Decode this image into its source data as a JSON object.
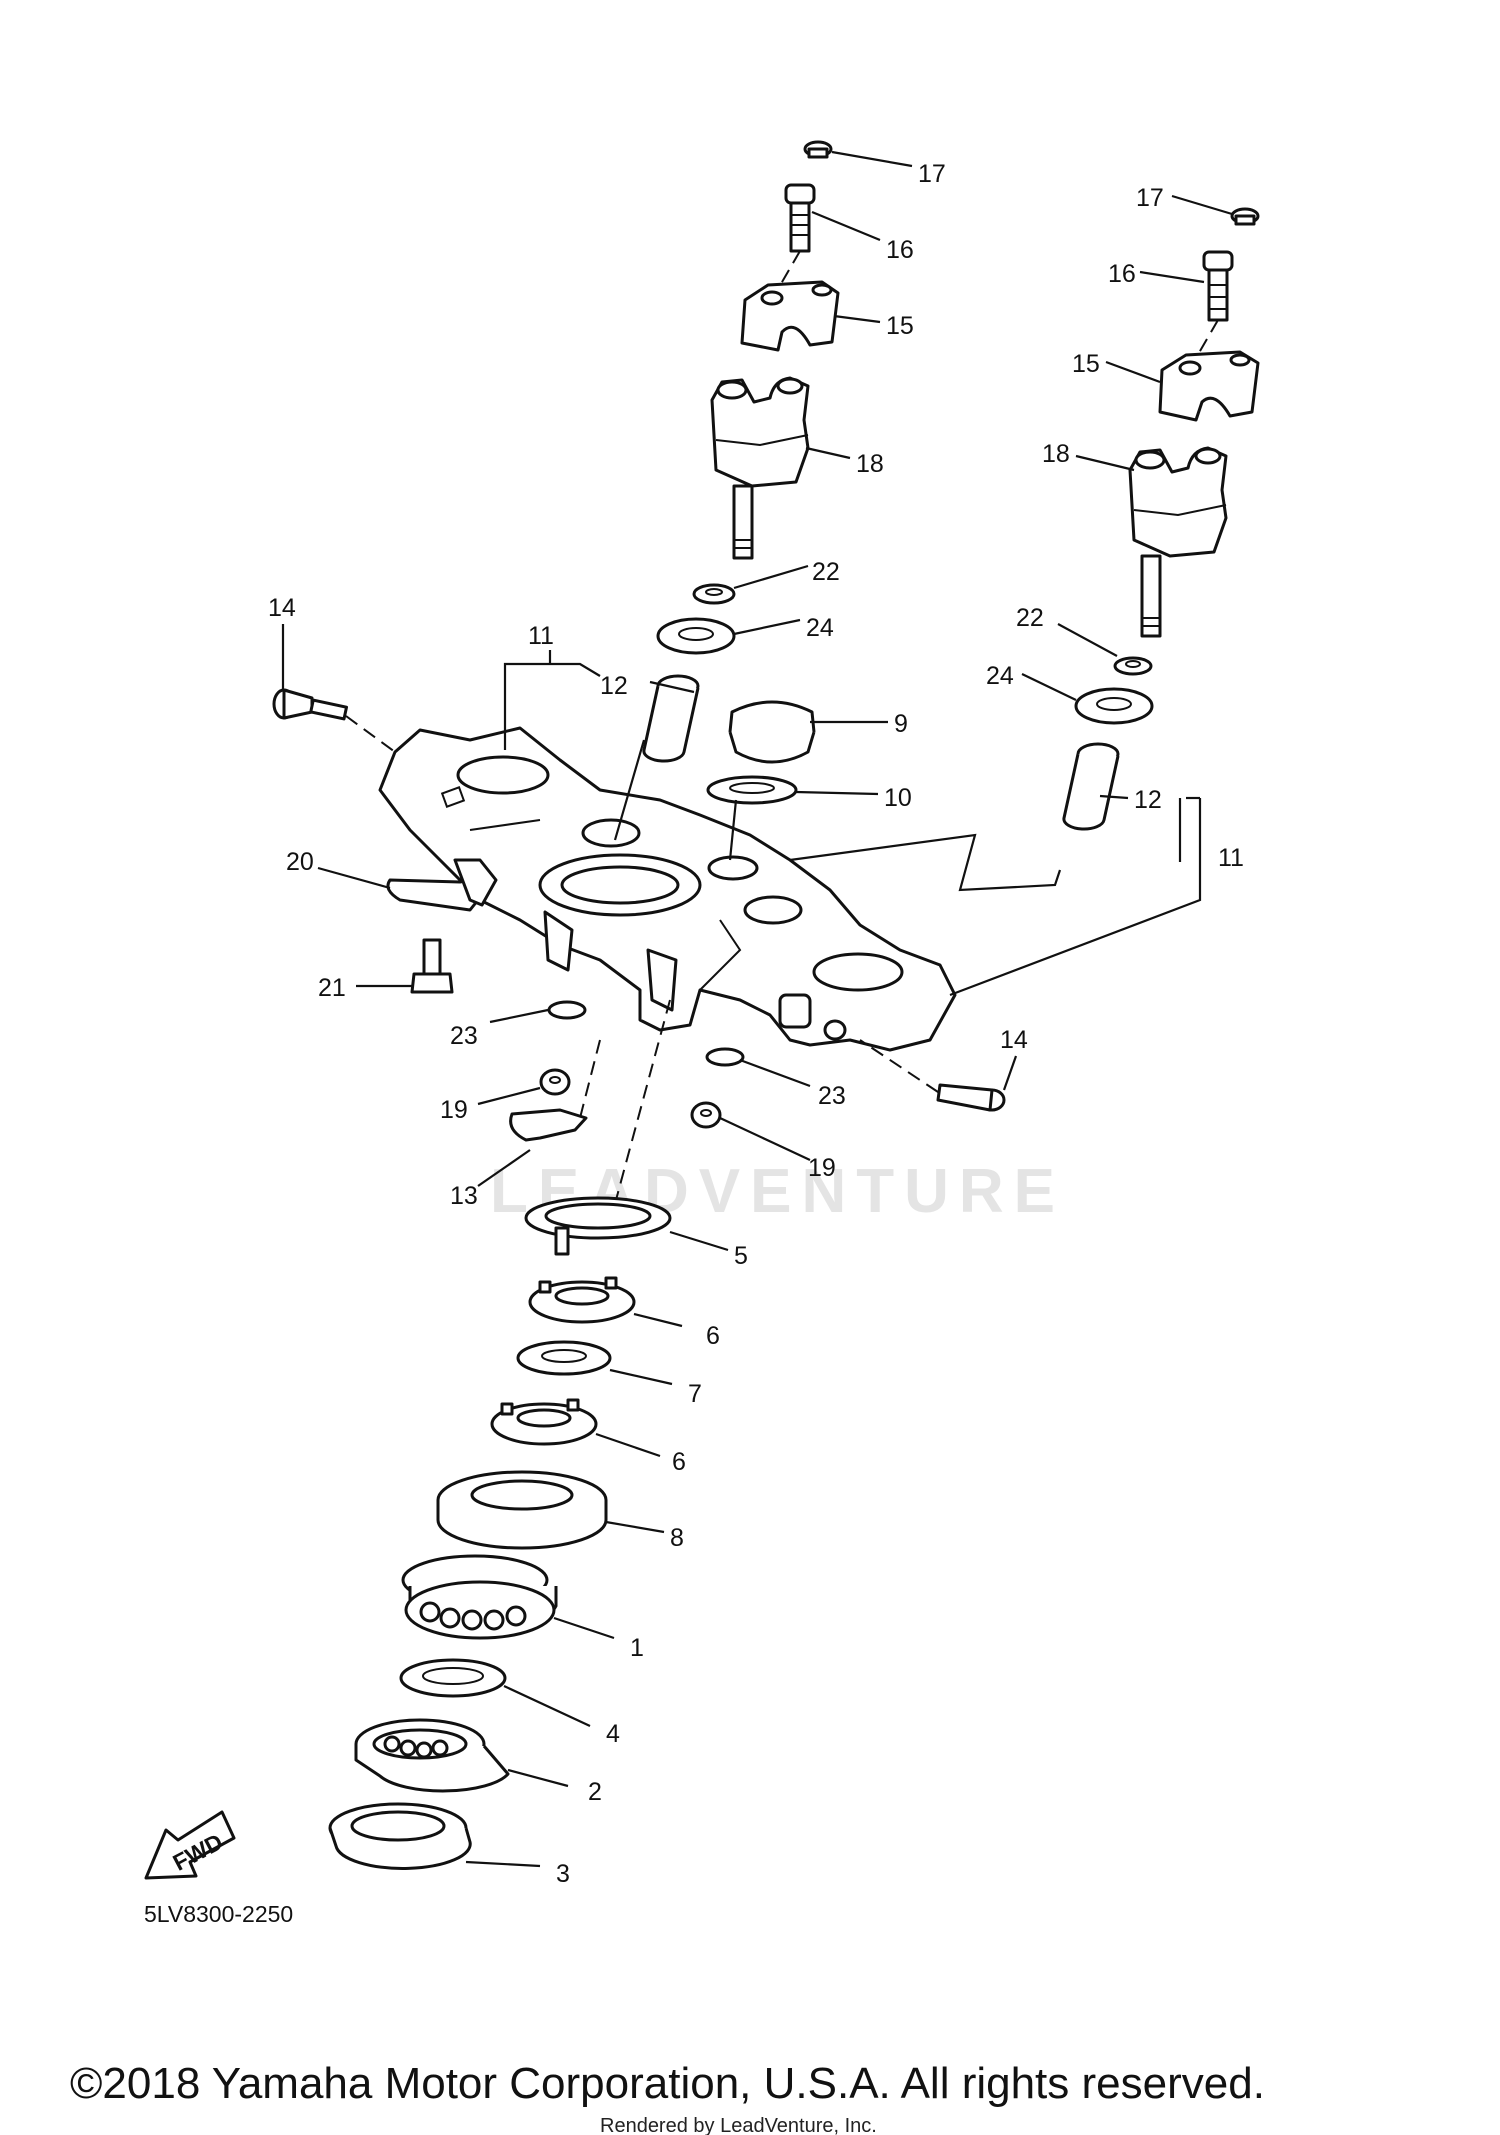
{
  "diagram": {
    "part_code": "5LV8300-2250",
    "fwd_label": "FWD",
    "watermark": "LEADVENTURE",
    "copyright": "©2018 Yamaha Motor Corporation, U.S.A. All rights reserved.",
    "rendered_by": "Rendered by LeadVenture, Inc.",
    "callouts": {
      "c17a": "17",
      "c16a": "16",
      "c15a": "15",
      "c18a": "18",
      "c17b": "17",
      "c16b": "16",
      "c15b": "15",
      "c18b": "18",
      "c22a": "22",
      "c24a": "24",
      "c22b": "22",
      "c24b": "24",
      "c14a": "14",
      "c11a": "11",
      "c12a": "12",
      "c9": "9",
      "c10": "10",
      "c12b": "12",
      "c11b": "11",
      "c20": "20",
      "c21": "21",
      "c23a": "23",
      "c23b": "23",
      "c19a": "19",
      "c19b": "19",
      "c14b": "14",
      "c13": "13",
      "c5": "5",
      "c6a": "6",
      "c7": "7",
      "c6b": "6",
      "c8": "8",
      "c1": "1",
      "c4": "4",
      "c2": "2",
      "c3": "3"
    }
  }
}
